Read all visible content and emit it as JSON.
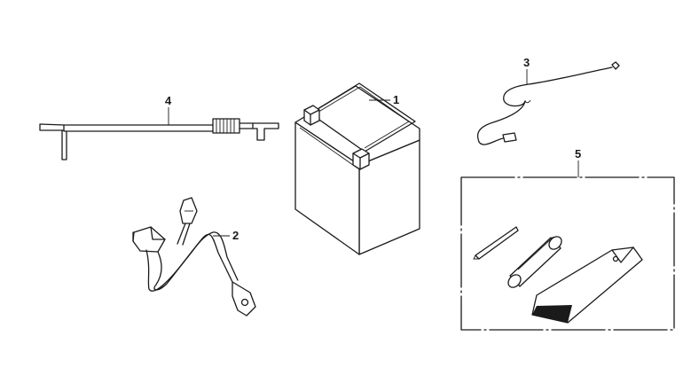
{
  "parts": [
    {
      "id": "battery",
      "callout": "1"
    },
    {
      "id": "battery-cable",
      "callout": "2"
    },
    {
      "id": "vent-hose-wire",
      "callout": "3"
    },
    {
      "id": "battery-strap",
      "callout": "4"
    },
    {
      "id": "tool-kit",
      "callout": "5"
    }
  ],
  "colors": {
    "line": "#1a1a1a",
    "background": "#ffffff"
  }
}
